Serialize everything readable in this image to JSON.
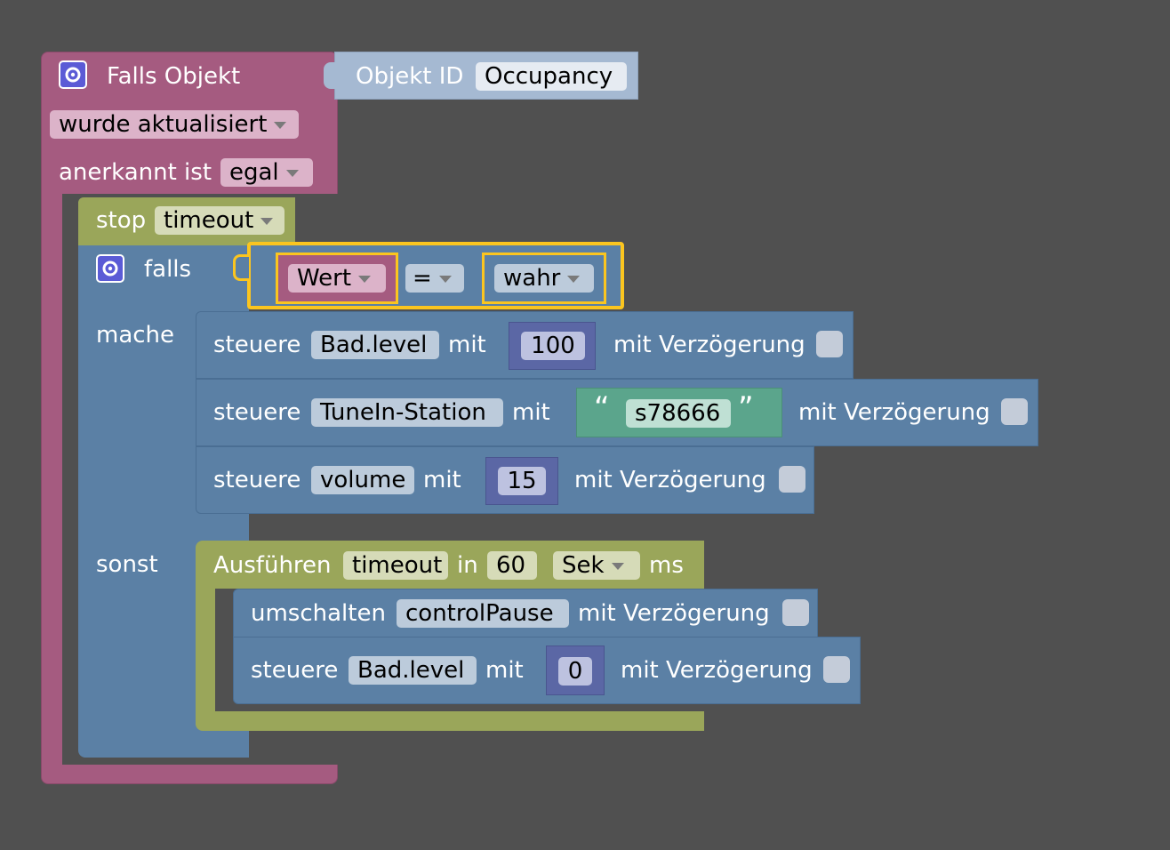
{
  "trigger": {
    "title": "Falls Objekt",
    "object_id_label": "Objekt ID",
    "object_id_value": "Occupancy",
    "event_value": "wurde aktualisiert",
    "ack_label": "anerkannt ist",
    "ack_value": "egal"
  },
  "stop_block": {
    "label": "stop",
    "value": "timeout"
  },
  "if_block": {
    "falls_label": "falls",
    "mache_label": "mache",
    "sonst_label": "sonst",
    "condition": {
      "left": "Wert",
      "operator": "=",
      "right": "wahr"
    }
  },
  "do_actions": [
    {
      "verb": "steuere",
      "target": "Bad.level",
      "with_label": "mit",
      "value": "100",
      "delay_label": "mit Verzögerung"
    },
    {
      "verb": "steuere",
      "target": "TuneIn-Station",
      "with_label": "mit",
      "open_quote": "“",
      "value": "s78666",
      "close_quote": "”",
      "delay_label": "mit Verzögerung"
    },
    {
      "verb": "steuere",
      "target": "volume",
      "with_label": "mit",
      "value": "15",
      "delay_label": "mit Verzögerung"
    }
  ],
  "timeout_block": {
    "label": "Ausführen",
    "name": "timeout",
    "in_label": "in",
    "value": "60",
    "unit": "Sek",
    "ms_label": "ms"
  },
  "else_actions": [
    {
      "verb": "umschalten",
      "target": "controlPause",
      "delay_label": "mit Verzögerung"
    },
    {
      "verb": "steuere",
      "target": "Bad.level",
      "with_label": "mit",
      "value": "0",
      "delay_label": "mit Verzögerung"
    }
  ],
  "colors": {
    "trigger": "#a55b80",
    "object_id": "#a5b9d2",
    "stop_timeout": "#9aa65a",
    "control_blue": "#5b80a5",
    "math_number": "#5b67a5",
    "text_string": "#5ba58c",
    "selection_highlight": "#fbc51f",
    "background": "#505050"
  }
}
